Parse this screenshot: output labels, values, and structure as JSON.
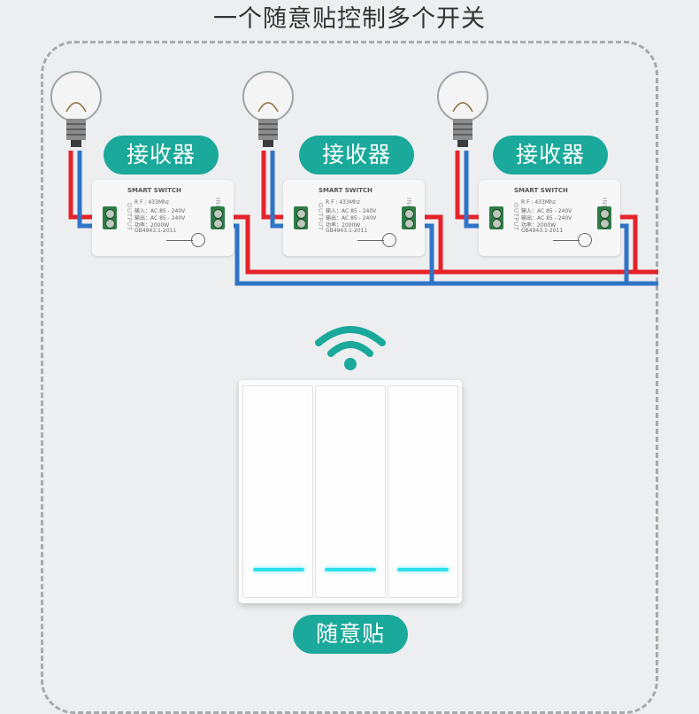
{
  "header": {
    "title": "一个随意贴控制多个开关"
  },
  "receivers": [
    {
      "label": "接收器",
      "brand": "SMART SWITCH",
      "spec_rf": "R F : 433Mhz",
      "spec_in": "输入：AC 85 - 240V",
      "spec_out": "输出：AC 85 - 240V",
      "spec_power": "功率：2000W",
      "spec_std": "GB4943.1-2011",
      "side_out": "OUTPUT",
      "side_in": "INPUT"
    },
    {
      "label": "接收器",
      "brand": "SMART SWITCH",
      "spec_rf": "R F : 433Mhz",
      "spec_in": "输入：AC 85 - 240V",
      "spec_out": "输出：AC 85 - 240V",
      "spec_power": "功率：2000W",
      "spec_std": "GB4943.1-2011",
      "side_out": "OUTPUT",
      "side_in": "INPUT"
    },
    {
      "label": "接收器",
      "brand": "SMART SWITCH",
      "spec_rf": "R F : 433Mhz",
      "spec_in": "输入：AC 85 - 240V",
      "spec_out": "输出：AC 85 - 240V",
      "spec_power": "功率：2000W",
      "spec_std": "GB4943.1-2011",
      "side_out": "OUTPUT",
      "side_in": "INPUT"
    }
  ],
  "switch": {
    "label": "随意贴",
    "gangs": 3
  },
  "colors": {
    "accent": "#1aa99a",
    "wire_live": "#e62229",
    "wire_neutral": "#2f74c6",
    "led": "#2fe0e8",
    "frame_border": "#a6a9ad",
    "background": "#eceef0"
  },
  "icons": {
    "wireless": "wifi-signal-icon",
    "bulb": "light-bulb-icon",
    "terminal": "screw-terminal-icon"
  }
}
